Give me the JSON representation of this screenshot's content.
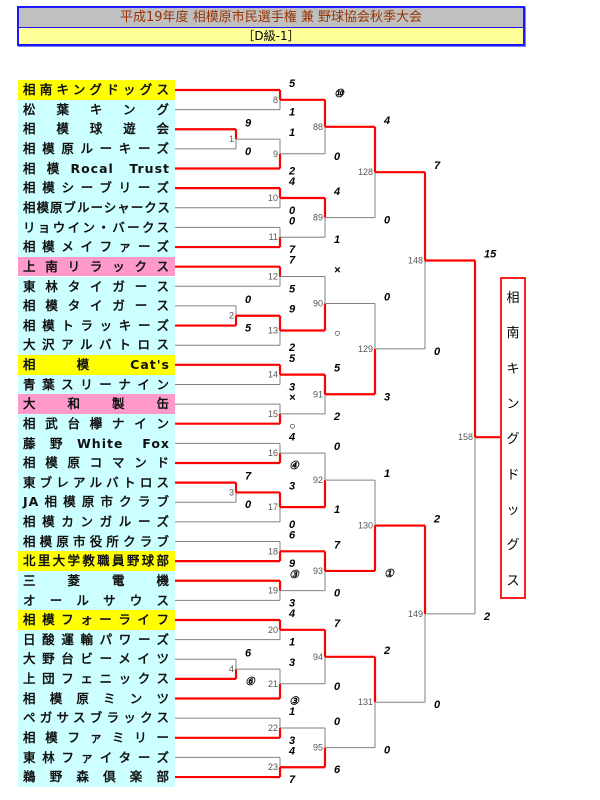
{
  "header": {
    "title": "平成19年度 相模原市民選手権 兼 野球協会秋季大会",
    "division": "［D級-1］"
  },
  "colors": {
    "win_line": "#ff0000",
    "lose_line": "#808080",
    "team_default": "#ccffff",
    "team_yellow": "#ffff00",
    "team_pink": "#ff99cc"
  },
  "teams": [
    {
      "name": "相南キングドッグス",
      "hl": "yellow"
    },
    {
      "name": "松葉キング"
    },
    {
      "name": "相模球遊会"
    },
    {
      "name": "相模原ルーキーズ"
    },
    {
      "name": "相模Rocal Trust"
    },
    {
      "name": "相模シーブリーズ"
    },
    {
      "name": "相模原ブルーシャークス"
    },
    {
      "name": "リョウイン・バークス"
    },
    {
      "name": "相模メイファーズ"
    },
    {
      "name": "上南リラックス",
      "hl": "pink"
    },
    {
      "name": "東林タイガース"
    },
    {
      "name": "相模タイガース"
    },
    {
      "name": "相模トラッキーズ"
    },
    {
      "name": "大沢アルバトロス"
    },
    {
      "name": "相模Cat's",
      "hl": "yellow"
    },
    {
      "name": "青葉スリーナイン"
    },
    {
      "name": "大和製缶",
      "hl": "pink"
    },
    {
      "name": "相武台欅ナイン"
    },
    {
      "name": "藤野White Fox"
    },
    {
      "name": "相模原コマンド"
    },
    {
      "name": "東ブレアルバトロス"
    },
    {
      "name": "JA相模原市クラブ"
    },
    {
      "name": "相模カンガルーズ"
    },
    {
      "name": "相模原市役所クラブ"
    },
    {
      "name": "北里大学教職員野球部",
      "hl": "yellow"
    },
    {
      "name": "三菱電機"
    },
    {
      "name": "オールサウス"
    },
    {
      "name": "相模フォーライフ",
      "hl": "yellow"
    },
    {
      "name": "日酸運輸パワーズ"
    },
    {
      "name": "大野台ビーメイツ"
    },
    {
      "name": "上団フェニックス"
    },
    {
      "name": "相模原ミンツ"
    },
    {
      "name": "ペガサスブラックス"
    },
    {
      "name": "相模ファミリー"
    },
    {
      "name": "東林ファイターズ"
    },
    {
      "name": "鵜野森倶楽部"
    }
  ],
  "games": [
    {
      "no": "1",
      "round": 0,
      "top": {
        "team": 2
      },
      "bottom": {
        "team": 3
      },
      "scores": [
        "9",
        "0"
      ],
      "winner": 0
    },
    {
      "no": "2",
      "round": 0,
      "top": {
        "team": 11
      },
      "bottom": {
        "team": 12
      },
      "scores": [
        "0",
        "5"
      ],
      "winner": 1
    },
    {
      "no": "3",
      "round": 0,
      "top": {
        "team": 20
      },
      "bottom": {
        "team": 21
      },
      "scores": [
        "7",
        "0"
      ],
      "winner": 0
    },
    {
      "no": "4",
      "round": 0,
      "top": {
        "team": 29
      },
      "bottom": {
        "team": 30
      },
      "scores": [
        "6",
        "⑥"
      ],
      "winner": 1
    },
    {
      "no": "8",
      "round": 1,
      "top": {
        "team": 0
      },
      "bottom": {
        "team": 1
      },
      "scores": [
        "5",
        "1"
      ],
      "winner": 0
    },
    {
      "no": "9",
      "round": 1,
      "top": {
        "game": "1"
      },
      "bottom": {
        "team": 4
      },
      "scores": [
        "1",
        "2"
      ],
      "winner": 1
    },
    {
      "no": "10",
      "round": 1,
      "top": {
        "team": 5
      },
      "bottom": {
        "team": 6
      },
      "scores": [
        "4",
        "0"
      ],
      "winner": 0
    },
    {
      "no": "11",
      "round": 1,
      "top": {
        "team": 7
      },
      "bottom": {
        "team": 8
      },
      "scores": [
        "0",
        "7"
      ],
      "winner": 1
    },
    {
      "no": "12",
      "round": 1,
      "top": {
        "team": 9
      },
      "bottom": {
        "team": 10
      },
      "scores": [
        "7",
        "5"
      ],
      "winner": 0
    },
    {
      "no": "13",
      "round": 1,
      "top": {
        "game": "2"
      },
      "bottom": {
        "team": 13
      },
      "scores": [
        "9",
        "2"
      ],
      "winner": 0
    },
    {
      "no": "14",
      "round": 1,
      "top": {
        "team": 14
      },
      "bottom": {
        "team": 15
      },
      "scores": [
        "5",
        "3"
      ],
      "winner": 0
    },
    {
      "no": "15",
      "round": 1,
      "top": {
        "team": 16
      },
      "bottom": {
        "team": 17
      },
      "scores": [
        "×",
        "○"
      ],
      "winner": 1
    },
    {
      "no": "16",
      "round": 1,
      "top": {
        "team": 18
      },
      "bottom": {
        "team": 19
      },
      "scores": [
        "4",
        "④"
      ],
      "winner": 1
    },
    {
      "no": "17",
      "round": 1,
      "top": {
        "game": "3"
      },
      "bottom": {
        "team": 22
      },
      "scores": [
        "3",
        "0"
      ],
      "winner": 0
    },
    {
      "no": "18",
      "round": 1,
      "top": {
        "team": 23
      },
      "bottom": {
        "team": 24
      },
      "scores": [
        "6",
        "9"
      ],
      "winner": 1
    },
    {
      "no": "19",
      "round": 1,
      "top": {
        "team": 25
      },
      "bottom": {
        "team": 26
      },
      "scores": [
        "③",
        "3"
      ],
      "winner": 0
    },
    {
      "no": "20",
      "round": 1,
      "top": {
        "team": 27
      },
      "bottom": {
        "team": 28
      },
      "scores": [
        "4",
        "1"
      ],
      "winner": 0
    },
    {
      "no": "21",
      "round": 1,
      "top": {
        "game": "4"
      },
      "bottom": {
        "team": 31
      },
      "scores": [
        "3",
        "③"
      ],
      "winner": 1
    },
    {
      "no": "22",
      "round": 1,
      "top": {
        "team": 32
      },
      "bottom": {
        "team": 33
      },
      "scores": [
        "1",
        "3"
      ],
      "winner": 1
    },
    {
      "no": "23",
      "round": 1,
      "top": {
        "team": 34
      },
      "bottom": {
        "team": 35
      },
      "scores": [
        "4",
        "7"
      ],
      "winner": 1
    },
    {
      "no": "88",
      "round": 2,
      "top": {
        "game": "8"
      },
      "bottom": {
        "game": "9"
      },
      "scores": [
        "⑩",
        "0"
      ],
      "winner": 0
    },
    {
      "no": "89",
      "round": 2,
      "top": {
        "game": "10"
      },
      "bottom": {
        "game": "11"
      },
      "scores": [
        "4",
        "1"
      ],
      "winner": 0
    },
    {
      "no": "90",
      "round": 2,
      "top": {
        "game": "12"
      },
      "bottom": {
        "game": "13"
      },
      "scores": [
        "×",
        "○"
      ],
      "winner": 1
    },
    {
      "no": "91",
      "round": 2,
      "top": {
        "game": "14"
      },
      "bottom": {
        "game": "15"
      },
      "scores": [
        "5",
        "2"
      ],
      "winner": 0
    },
    {
      "no": "92",
      "round": 2,
      "top": {
        "game": "16"
      },
      "bottom": {
        "game": "17"
      },
      "scores": [
        "0",
        "1"
      ],
      "winner": 1
    },
    {
      "no": "93",
      "round": 2,
      "top": {
        "game": "18"
      },
      "bottom": {
        "game": "19"
      },
      "scores": [
        "7",
        "0"
      ],
      "winner": 0
    },
    {
      "no": "94",
      "round": 2,
      "top": {
        "game": "20"
      },
      "bottom": {
        "game": "21"
      },
      "scores": [
        "7",
        "0"
      ],
      "winner": 0
    },
    {
      "no": "95",
      "round": 2,
      "top": {
        "game": "22"
      },
      "bottom": {
        "game": "23"
      },
      "scores": [
        "0",
        "6"
      ],
      "winner": 1
    },
    {
      "no": "128",
      "round": 3,
      "top": {
        "game": "88"
      },
      "bottom": {
        "game": "89"
      },
      "scores": [
        "4",
        "0"
      ],
      "winner": 0
    },
    {
      "no": "129",
      "round": 3,
      "top": {
        "game": "90"
      },
      "bottom": {
        "game": "91"
      },
      "scores": [
        "0",
        "3"
      ],
      "winner": 1
    },
    {
      "no": "130",
      "round": 3,
      "top": {
        "game": "92"
      },
      "bottom": {
        "game": "93"
      },
      "scores": [
        "1",
        "①"
      ],
      "winner": 1
    },
    {
      "no": "131",
      "round": 3,
      "top": {
        "game": "94"
      },
      "bottom": {
        "game": "95"
      },
      "scores": [
        "2",
        "0"
      ],
      "winner": 0
    },
    {
      "no": "148",
      "round": 4,
      "top": {
        "game": "128"
      },
      "bottom": {
        "game": "129"
      },
      "scores": [
        "7",
        "0"
      ],
      "winner": 0
    },
    {
      "no": "149",
      "round": 4,
      "top": {
        "game": "130"
      },
      "bottom": {
        "game": "131"
      },
      "scores": [
        "2",
        "0"
      ],
      "winner": 0
    },
    {
      "no": "158",
      "round": 5,
      "top": {
        "game": "148"
      },
      "bottom": {
        "game": "149"
      },
      "scores": [
        "15",
        "2"
      ],
      "winner": 0
    }
  ],
  "champion": {
    "name": "相南キングドッグス",
    "chars": [
      "相",
      "南",
      "キ",
      "ン",
      "グ",
      "ド",
      "ッ",
      "グ",
      "ス"
    ]
  }
}
